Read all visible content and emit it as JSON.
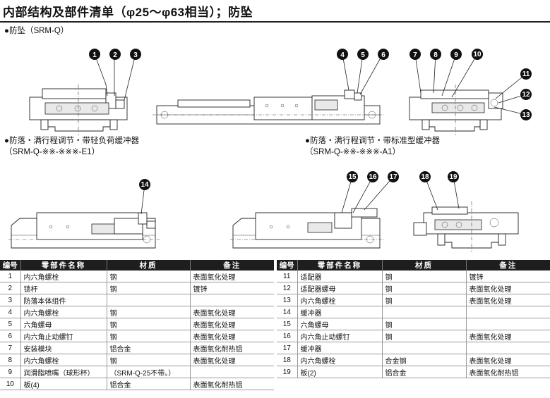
{
  "header": {
    "title": "内部结构及部件清单（φ25～φ63相当）；防坠"
  },
  "captions": {
    "fig1": "●防坠（SRM-Q）",
    "fig2_line1": "●防落・满行程调节・带轻负荷缓冲器",
    "fig2_line2": "（SRM-Q-※※-※※※-E1）",
    "fig3_line1": "●防落・满行程调节・带标准型缓冲器",
    "fig3_line2": "（SRM-Q-※※-※※※-A1）"
  },
  "balloons": [
    "1",
    "2",
    "3",
    "4",
    "5",
    "6",
    "7",
    "8",
    "9",
    "10",
    "11",
    "12",
    "13",
    "14",
    "15",
    "16",
    "17",
    "18",
    "19"
  ],
  "table": {
    "headers": [
      "编号",
      "零部件名称",
      "材质",
      "备注"
    ],
    "left_rows": [
      {
        "no": "1",
        "name": "内六角螺栓",
        "material": "钢",
        "note": "表面氧化处理"
      },
      {
        "no": "2",
        "name": "锁杆",
        "material": "钢",
        "note": "镀锌"
      },
      {
        "no": "3",
        "name": "防落本体组件",
        "material": "",
        "note": ""
      },
      {
        "no": "4",
        "name": "内六角螺栓",
        "material": "钢",
        "note": "表面氧化处理"
      },
      {
        "no": "5",
        "name": "六角螺母",
        "material": "钢",
        "note": "表面氧化处理"
      },
      {
        "no": "6",
        "name": "内六角止动螺钉",
        "material": "钢",
        "note": "表面氧化处理"
      },
      {
        "no": "7",
        "name": "安装模块",
        "material": "铝合金",
        "note": "表面氧化耐热铝"
      },
      {
        "no": "8",
        "name": "内六角螺栓",
        "material": "钢",
        "note": "表面氧化处理"
      },
      {
        "no": "9",
        "name": "润滑脂喷嘴（球形杯）",
        "material": "（SRM-Q-25不带。）",
        "note": ""
      },
      {
        "no": "10",
        "name": "板(4)",
        "material": "铝合金",
        "note": "表面氧化耐热铝"
      }
    ],
    "right_rows": [
      {
        "no": "11",
        "name": "适配器",
        "material": "钢",
        "note": "镀锌"
      },
      {
        "no": "12",
        "name": "适配器螺母",
        "material": "钢",
        "note": "表面氧化处理"
      },
      {
        "no": "13",
        "name": "内六角螺栓",
        "material": "钢",
        "note": "表面氧化处理"
      },
      {
        "no": "14",
        "name": "缓冲器",
        "material": "",
        "note": ""
      },
      {
        "no": "15",
        "name": "六角螺母",
        "material": "钢",
        "note": ""
      },
      {
        "no": "16",
        "name": "内六角止动螺钉",
        "material": "钢",
        "note": "表面氧化处理"
      },
      {
        "no": "17",
        "name": "缓冲器",
        "material": "",
        "note": ""
      },
      {
        "no": "18",
        "name": "内六角螺栓",
        "material": "合金钢",
        "note": "表面氧化处理"
      },
      {
        "no": "19",
        "name": "板(2)",
        "material": "铝合金",
        "note": "表面氧化耐热铝"
      }
    ]
  }
}
